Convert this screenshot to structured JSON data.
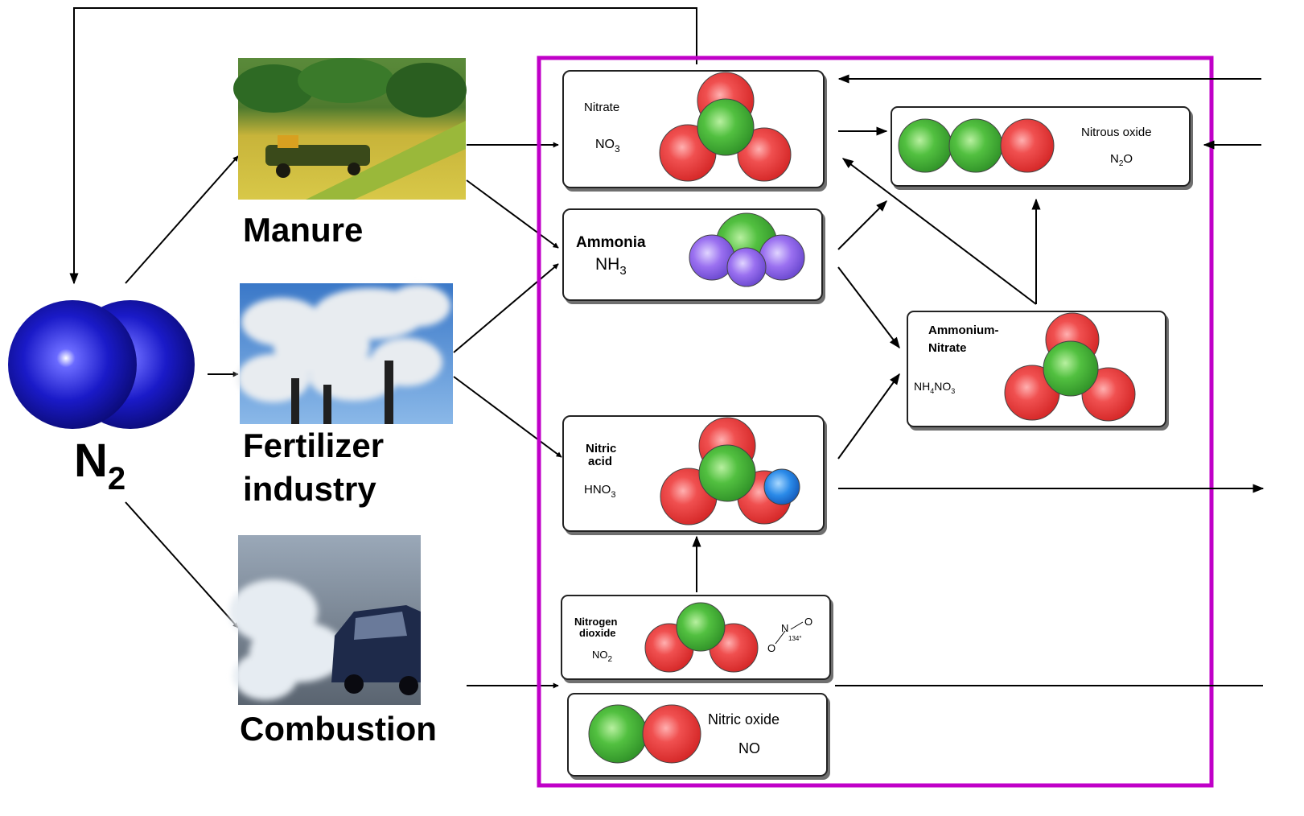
{
  "n2": {
    "label": "N",
    "subscript": "2"
  },
  "sources": {
    "manure": "Manure",
    "fertilizer_line1": "Fertilizer",
    "fertilizer_line2": "industry",
    "combustion": "Combustion"
  },
  "compounds": {
    "nitrate": {
      "name": "Nitrate",
      "formula": "NO",
      "sub": "3"
    },
    "ammonia": {
      "name": "Ammonia",
      "formula": "NH",
      "sub": "3"
    },
    "nitric_acid": {
      "name_line1": "Nitric",
      "name_line2": "acid",
      "formula": "HNO",
      "sub": "3"
    },
    "nitrogen_dioxide": {
      "name_line1": "Nitrogen",
      "name_line2": "dioxide",
      "formula": "NO",
      "sub": "2",
      "struct_n": "N",
      "struct_o1": "O",
      "struct_o2": "O",
      "struct_angle": "134°"
    },
    "nitric_oxide": {
      "name": "Nitric oxide",
      "formula": "NO"
    },
    "nitrous_oxide": {
      "name": "Nitrous oxide",
      "formula_a": "N",
      "sub": "2",
      "formula_b": "O"
    },
    "ammonium_nitrate": {
      "name_line1": "Ammonium-",
      "name_line2": "Nitrate",
      "formula_a": "NH",
      "sub_a": "4",
      "formula_b": "NO",
      "sub_b": "3"
    }
  },
  "colors": {
    "frame": "#c000c8",
    "nitrogen_blue": "#1a1aa8",
    "oxygen_red": "#e83030",
    "atom_green": "#3aa83a",
    "hydrogen_purple": "#8a60e0",
    "hydrogen_blue": "#1e7ee8"
  }
}
